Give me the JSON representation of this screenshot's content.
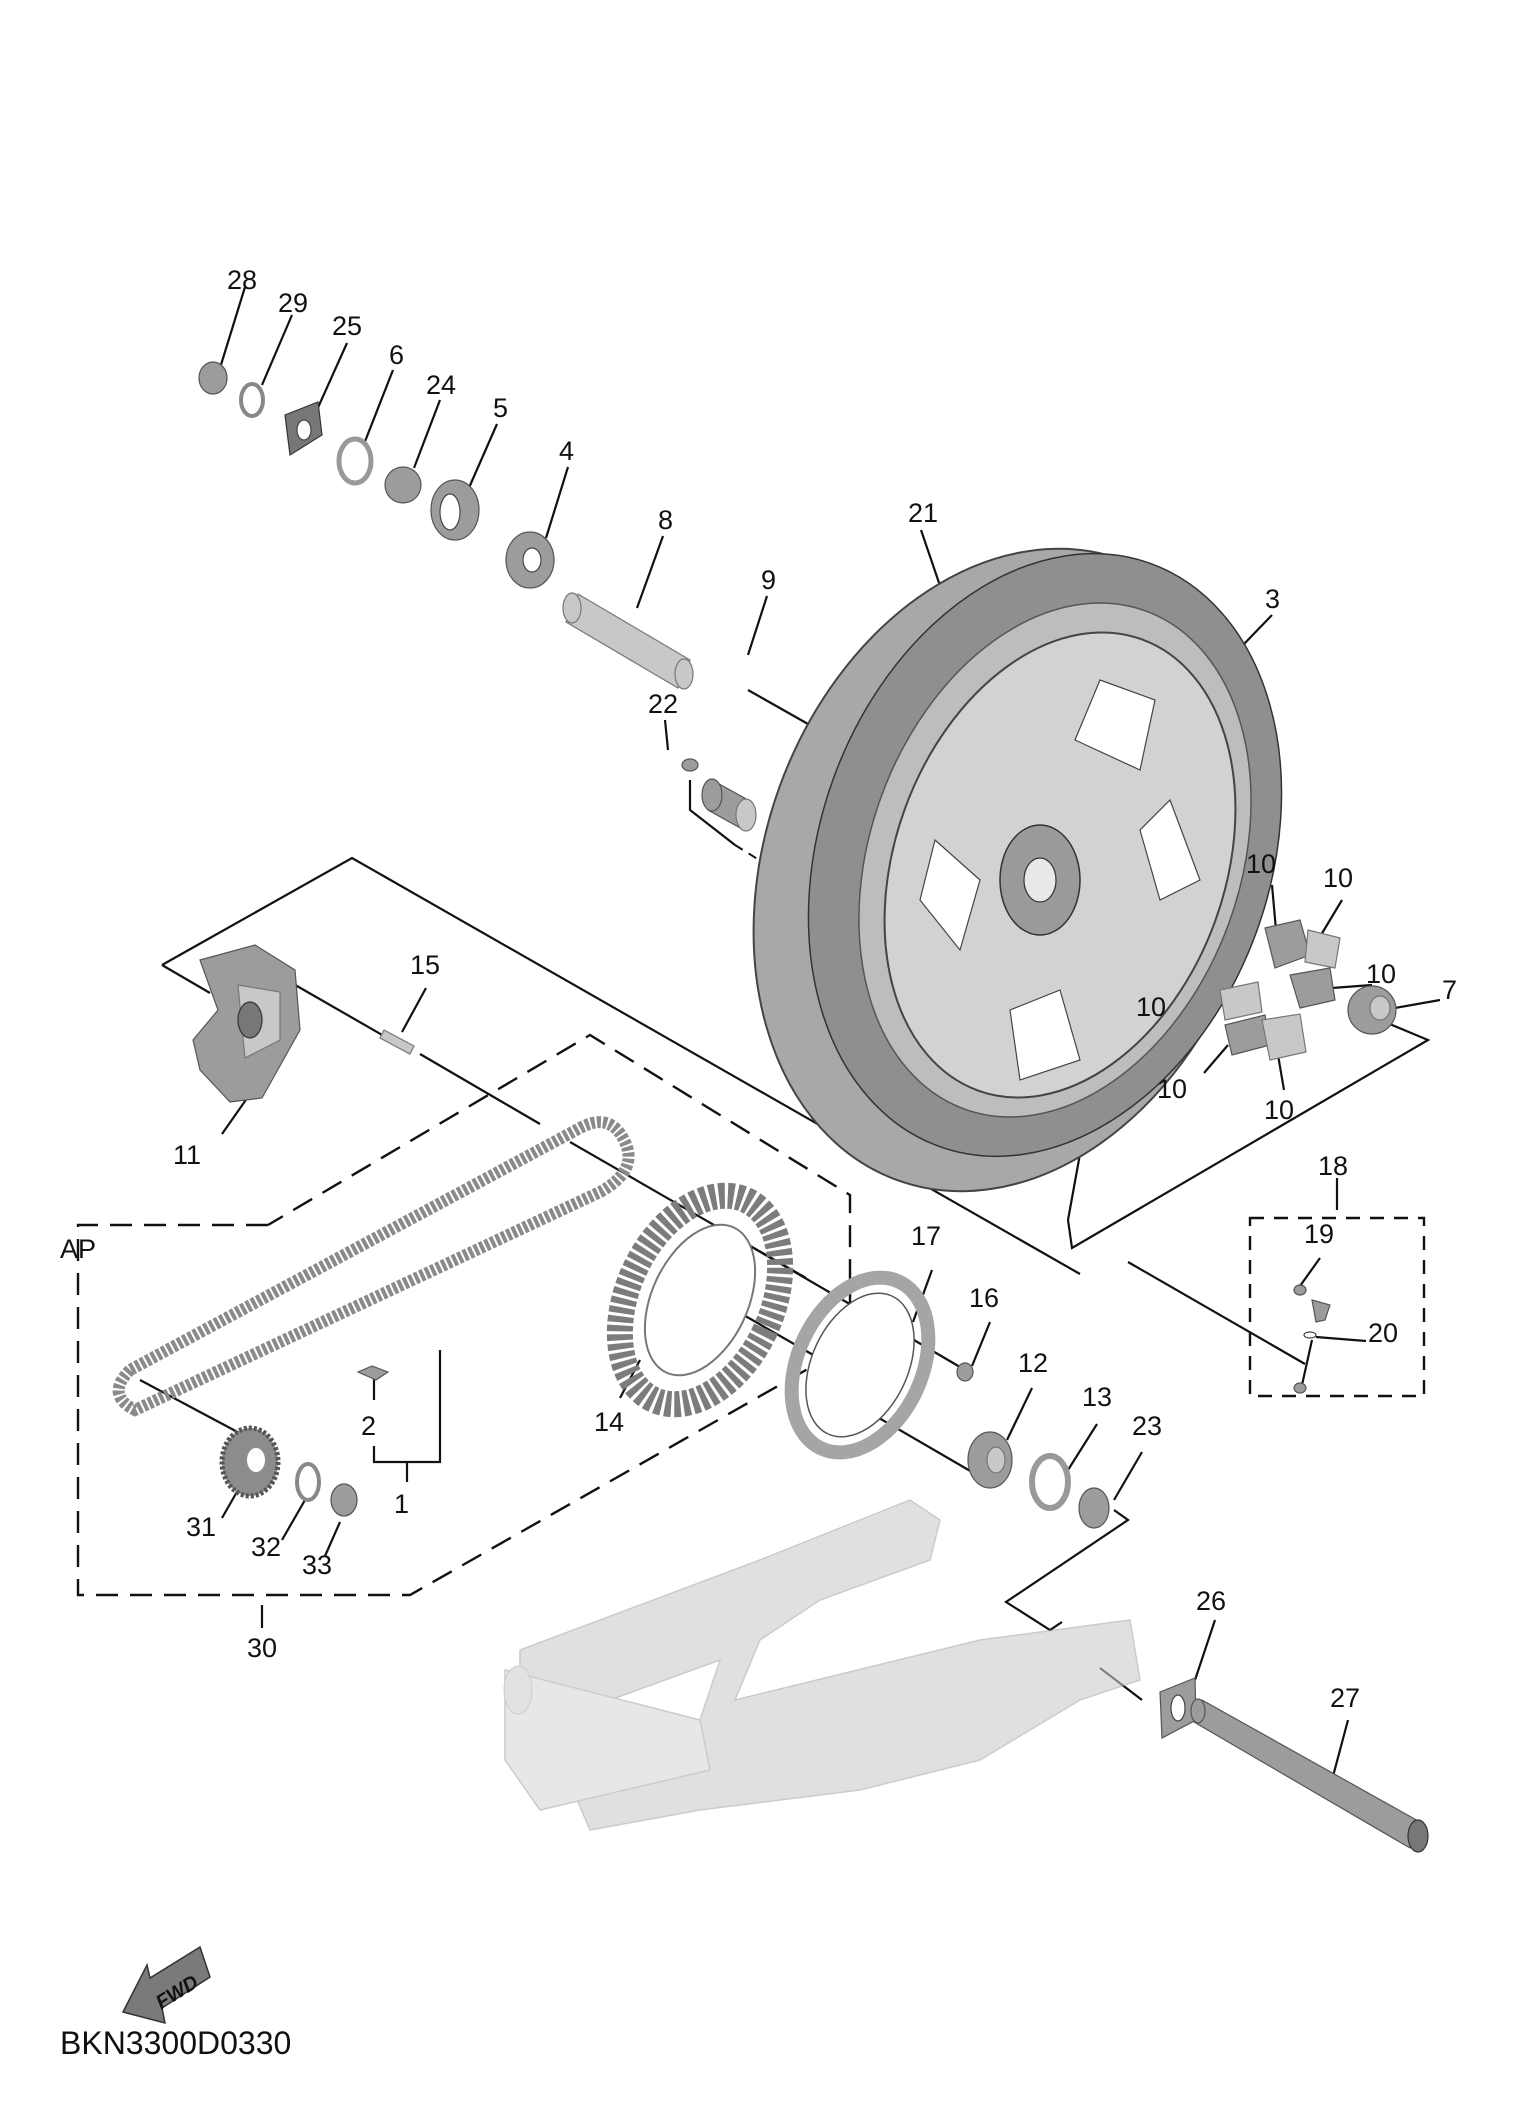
{
  "diagram": {
    "title": "Rear wheel exploded parts diagram",
    "drawing_code": "BKN3300D0330",
    "direction_indicator": "FWD",
    "kit_group_label": "AP",
    "callouts": [
      {
        "id": "c28",
        "number": "28"
      },
      {
        "id": "c29",
        "number": "29"
      },
      {
        "id": "c25",
        "number": "25"
      },
      {
        "id": "c6",
        "number": "6"
      },
      {
        "id": "c24",
        "number": "24"
      },
      {
        "id": "c5",
        "number": "5"
      },
      {
        "id": "c4",
        "number": "4"
      },
      {
        "id": "c8",
        "number": "8"
      },
      {
        "id": "c21",
        "number": "21"
      },
      {
        "id": "c9",
        "number": "9"
      },
      {
        "id": "c3",
        "number": "3"
      },
      {
        "id": "c22",
        "number": "22"
      },
      {
        "id": "c10a",
        "number": "10"
      },
      {
        "id": "c10b",
        "number": "10"
      },
      {
        "id": "c10c",
        "number": "10"
      },
      {
        "id": "c10d",
        "number": "10"
      },
      {
        "id": "c10e",
        "number": "10"
      },
      {
        "id": "c10f",
        "number": "10"
      },
      {
        "id": "c7",
        "number": "7"
      },
      {
        "id": "c15",
        "number": "15"
      },
      {
        "id": "c11",
        "number": "11"
      },
      {
        "id": "c18",
        "number": "18"
      },
      {
        "id": "c19",
        "number": "19"
      },
      {
        "id": "c20",
        "number": "20"
      },
      {
        "id": "c17",
        "number": "17"
      },
      {
        "id": "c16",
        "number": "16"
      },
      {
        "id": "c12",
        "number": "12"
      },
      {
        "id": "c13",
        "number": "13"
      },
      {
        "id": "c23",
        "number": "23"
      },
      {
        "id": "c14",
        "number": "14"
      },
      {
        "id": "c2",
        "number": "2"
      },
      {
        "id": "c1",
        "number": "1"
      },
      {
        "id": "c31",
        "number": "31"
      },
      {
        "id": "c32",
        "number": "32"
      },
      {
        "id": "c33",
        "number": "33"
      },
      {
        "id": "c30",
        "number": "30"
      },
      {
        "id": "c26",
        "number": "26"
      },
      {
        "id": "c27",
        "number": "27"
      }
    ]
  },
  "colors": {
    "ink": "#111111",
    "part_fill": "#9c9c9c",
    "part_light": "#c8c8c8",
    "part_dark": "#777777",
    "background": "#ffffff"
  }
}
